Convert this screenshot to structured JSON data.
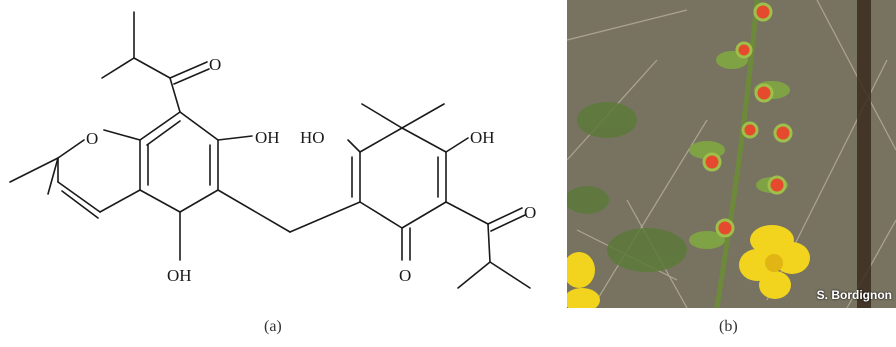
{
  "structure": {
    "atom_labels": {
      "o_ketone_top": "O",
      "o_pyran": "O",
      "oh_left_ring": "OH",
      "ho_right_ring": "HO",
      "oh_right_ring_top": "OH",
      "o_right_ketone": "O",
      "o_quinone": "O",
      "oh_bottom": "OH"
    }
  },
  "captions": {
    "a": "(a)",
    "b": "(b)"
  },
  "photo": {
    "credit": "S. Bordignon",
    "flower_color": "#f2d41e",
    "bud_color": "#e64a2e",
    "background_color": "#6f6a5a"
  }
}
